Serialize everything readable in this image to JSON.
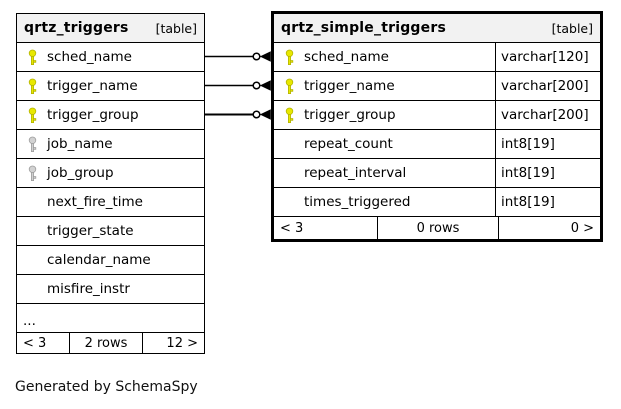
{
  "colors": {
    "primary_key": "#e8e800",
    "primary_key_outline": "#b4b400",
    "secondary_key": "#d2d2d2",
    "secondary_key_outline": "#9e9e9e",
    "header_bg": "#f2f2f2",
    "border": "#000000"
  },
  "note": "Generated by SchemaSpy",
  "tables": [
    {
      "name": "qrtz_triggers",
      "badge": "[table]",
      "columns": [
        {
          "name": "sched_name",
          "key": "primary"
        },
        {
          "name": "trigger_name",
          "key": "primary"
        },
        {
          "name": "trigger_group",
          "key": "primary"
        },
        {
          "name": "job_name",
          "key": "secondary"
        },
        {
          "name": "job_group",
          "key": "secondary"
        },
        {
          "name": "next_fire_time",
          "key": "none"
        },
        {
          "name": "trigger_state",
          "key": "none"
        },
        {
          "name": "calendar_name",
          "key": "none"
        },
        {
          "name": "misfire_instr",
          "key": "none"
        }
      ],
      "ellipsis": "...",
      "footer": {
        "left": "< 3",
        "center": "2 rows",
        "right": "12 >"
      }
    },
    {
      "name": "qrtz_simple_triggers",
      "badge": "[table]",
      "columns": [
        {
          "name": "sched_name",
          "type": "varchar[120]",
          "key": "primary"
        },
        {
          "name": "trigger_name",
          "type": "varchar[200]",
          "key": "primary"
        },
        {
          "name": "trigger_group",
          "type": "varchar[200]",
          "key": "primary"
        },
        {
          "name": "repeat_count",
          "type": "int8[19]",
          "key": "none"
        },
        {
          "name": "repeat_interval",
          "type": "int8[19]",
          "key": "none"
        },
        {
          "name": "times_triggered",
          "type": "int8[19]",
          "key": "none"
        }
      ],
      "footer": {
        "left": "< 3",
        "center": "0 rows",
        "right": "0 >"
      }
    }
  ],
  "relationships": [
    {
      "from": "qrtz_triggers.sched_name",
      "to": "qrtz_simple_triggers.sched_name"
    },
    {
      "from": "qrtz_triggers.trigger_name",
      "to": "qrtz_simple_triggers.trigger_name"
    },
    {
      "from": "qrtz_triggers.trigger_group",
      "to": "qrtz_simple_triggers.trigger_group"
    }
  ]
}
